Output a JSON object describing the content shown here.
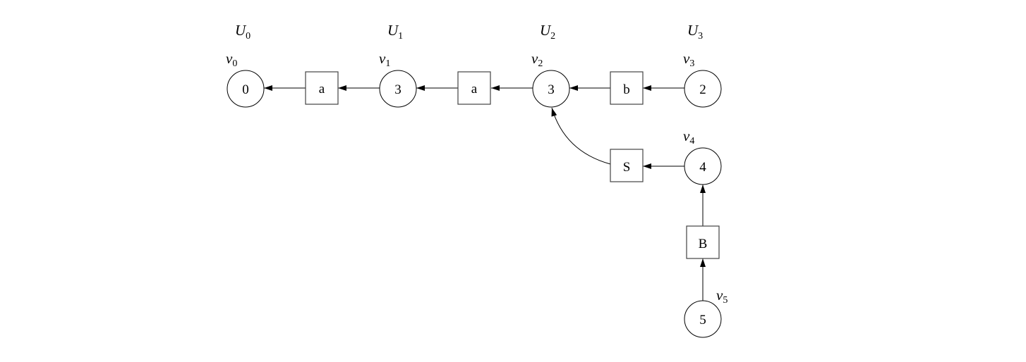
{
  "groups": [
    {
      "id": "U0",
      "base": "U",
      "sub": "0"
    },
    {
      "id": "U1",
      "base": "U",
      "sub": "1"
    },
    {
      "id": "U2",
      "base": "U",
      "sub": "2"
    },
    {
      "id": "U3",
      "base": "U",
      "sub": "3"
    }
  ],
  "nodes": [
    {
      "id": "v0",
      "type": "state",
      "value": "0",
      "label_base": "v",
      "label_sub": "0"
    },
    {
      "id": "a1",
      "type": "action",
      "value": "a"
    },
    {
      "id": "v1",
      "type": "state",
      "value": "3",
      "label_base": "v",
      "label_sub": "1"
    },
    {
      "id": "a2",
      "type": "action",
      "value": "a"
    },
    {
      "id": "v2",
      "type": "state",
      "value": "3",
      "label_base": "v",
      "label_sub": "2"
    },
    {
      "id": "b",
      "type": "action",
      "value": "b"
    },
    {
      "id": "v3",
      "type": "state",
      "value": "2",
      "label_base": "v",
      "label_sub": "3"
    },
    {
      "id": "S",
      "type": "action",
      "value": "S"
    },
    {
      "id": "v4",
      "type": "state",
      "value": "4",
      "label_base": "v",
      "label_sub": "4"
    },
    {
      "id": "B",
      "type": "action",
      "value": "B"
    },
    {
      "id": "v5",
      "type": "state",
      "value": "5",
      "label_base": "v",
      "label_sub": "5"
    }
  ],
  "edges": [
    {
      "from": "a1",
      "to": "v0"
    },
    {
      "from": "v1",
      "to": "a1"
    },
    {
      "from": "a2",
      "to": "v1"
    },
    {
      "from": "v2",
      "to": "a2"
    },
    {
      "from": "b",
      "to": "v2"
    },
    {
      "from": "v3",
      "to": "b"
    },
    {
      "from": "S",
      "to": "v2",
      "curved": true
    },
    {
      "from": "v4",
      "to": "S"
    },
    {
      "from": "B",
      "to": "v4"
    },
    {
      "from": "v5",
      "to": "B"
    }
  ]
}
